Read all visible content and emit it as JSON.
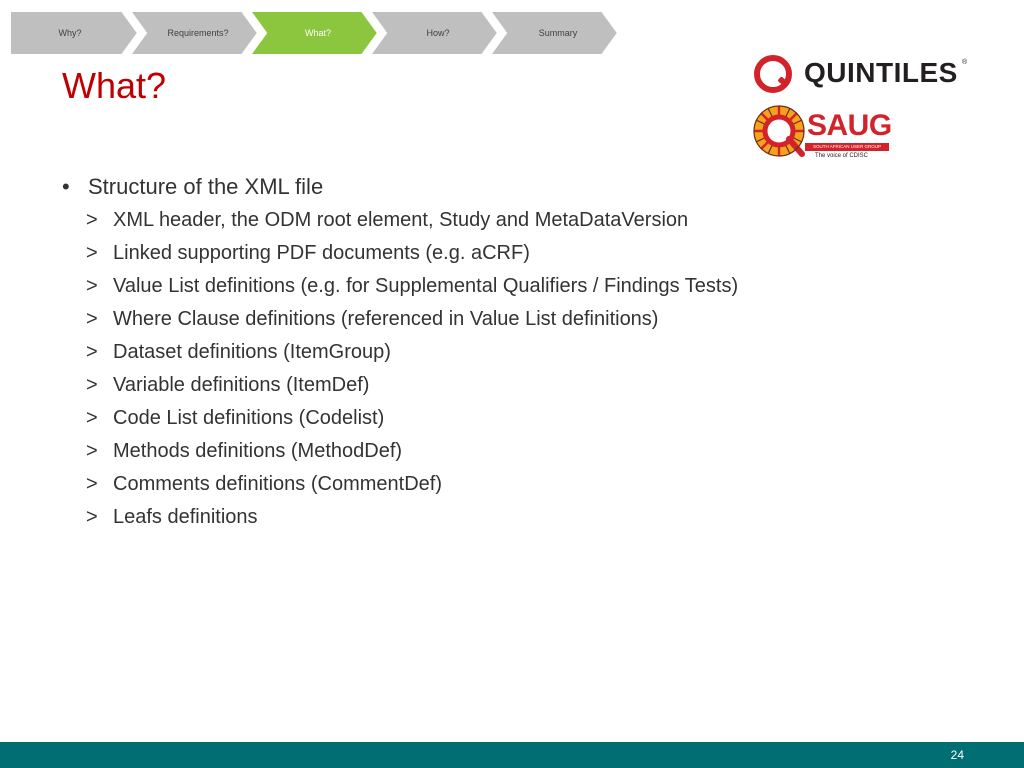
{
  "nav": {
    "steps": [
      {
        "label": "Why?",
        "active": false
      },
      {
        "label": "Requirements?",
        "active": false
      },
      {
        "label": "What?",
        "active": true
      },
      {
        "label": "How?",
        "active": false
      },
      {
        "label": "Summary",
        "active": false
      }
    ],
    "colors": {
      "inactive": "#bfbfbf",
      "active": "#8cc63f"
    }
  },
  "slide": {
    "title": "What?",
    "bullet": {
      "marker": "•",
      "text": "Structure of the XML file",
      "sub_marker": ">",
      "subitems": [
        "XML header, the ODM root element, Study and MetaDataVersion",
        "Linked supporting PDF documents (e.g. aCRF)",
        "Value List definitions (e.g. for Supplemental Qualifiers / Findings Tests)",
        "Where Clause definitions (referenced in Value List definitions)",
        "Dataset definitions (ItemGroup)",
        "Variable definitions (ItemDef)",
        "Code List definitions (Codelist)",
        "Methods definitions (MethodDef)",
        "Comments definitions (CommentDef)",
        "Leafs definitions"
      ]
    },
    "page_number": "24"
  },
  "logos": {
    "quintiles": {
      "text": "QUINTILES",
      "registered": "®"
    },
    "saug": {
      "text": "SAUG",
      "band": "SOUTH AFRICAN USER GROUP",
      "tagline": "The voice of CDISC"
    }
  },
  "colors": {
    "title": "#c00000",
    "footer": "#006e72",
    "brand_red": "#d2232a"
  }
}
